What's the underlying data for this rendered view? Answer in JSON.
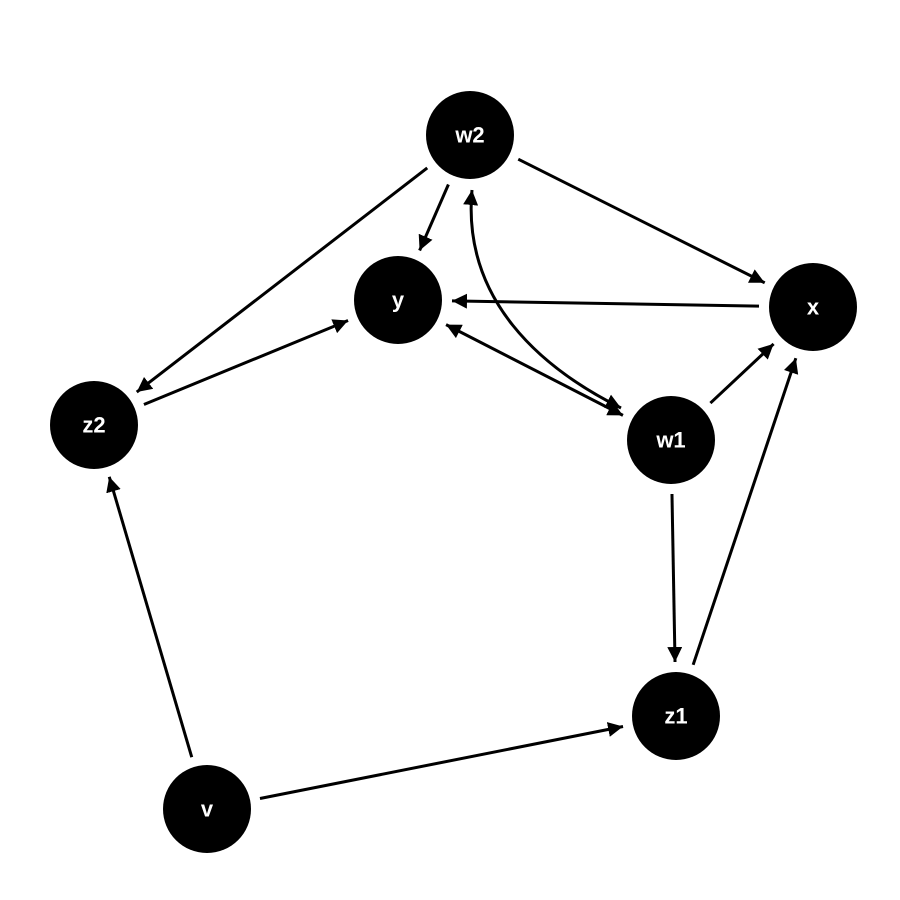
{
  "nodes": [
    {
      "id": "w2",
      "label": "w2"
    },
    {
      "id": "y",
      "label": "y"
    },
    {
      "id": "x",
      "label": "x"
    },
    {
      "id": "z2",
      "label": "z2"
    },
    {
      "id": "w1",
      "label": "w1"
    },
    {
      "id": "z1",
      "label": "z1"
    },
    {
      "id": "v",
      "label": "v"
    }
  ],
  "edges": [
    {
      "from": "w2",
      "to": "y",
      "direction": "forward"
    },
    {
      "from": "w2",
      "to": "x",
      "direction": "forward"
    },
    {
      "from": "w2",
      "to": "z2",
      "direction": "forward"
    },
    {
      "from": "x",
      "to": "y",
      "direction": "forward"
    },
    {
      "from": "z2",
      "to": "y",
      "direction": "forward"
    },
    {
      "from": "y",
      "to": "w1",
      "direction": "both"
    },
    {
      "from": "w2",
      "to": "w1",
      "direction": "both",
      "curved": true
    },
    {
      "from": "w1",
      "to": "x",
      "direction": "forward"
    },
    {
      "from": "w1",
      "to": "z1",
      "direction": "forward"
    },
    {
      "from": "z1",
      "to": "x",
      "direction": "forward"
    },
    {
      "from": "v",
      "to": "z2",
      "direction": "forward"
    },
    {
      "from": "v",
      "to": "z1",
      "direction": "forward"
    }
  ],
  "colors": {
    "node_fill": "#000000",
    "node_text": "#ffffff",
    "edge": "#000000",
    "background": "#ffffff"
  }
}
